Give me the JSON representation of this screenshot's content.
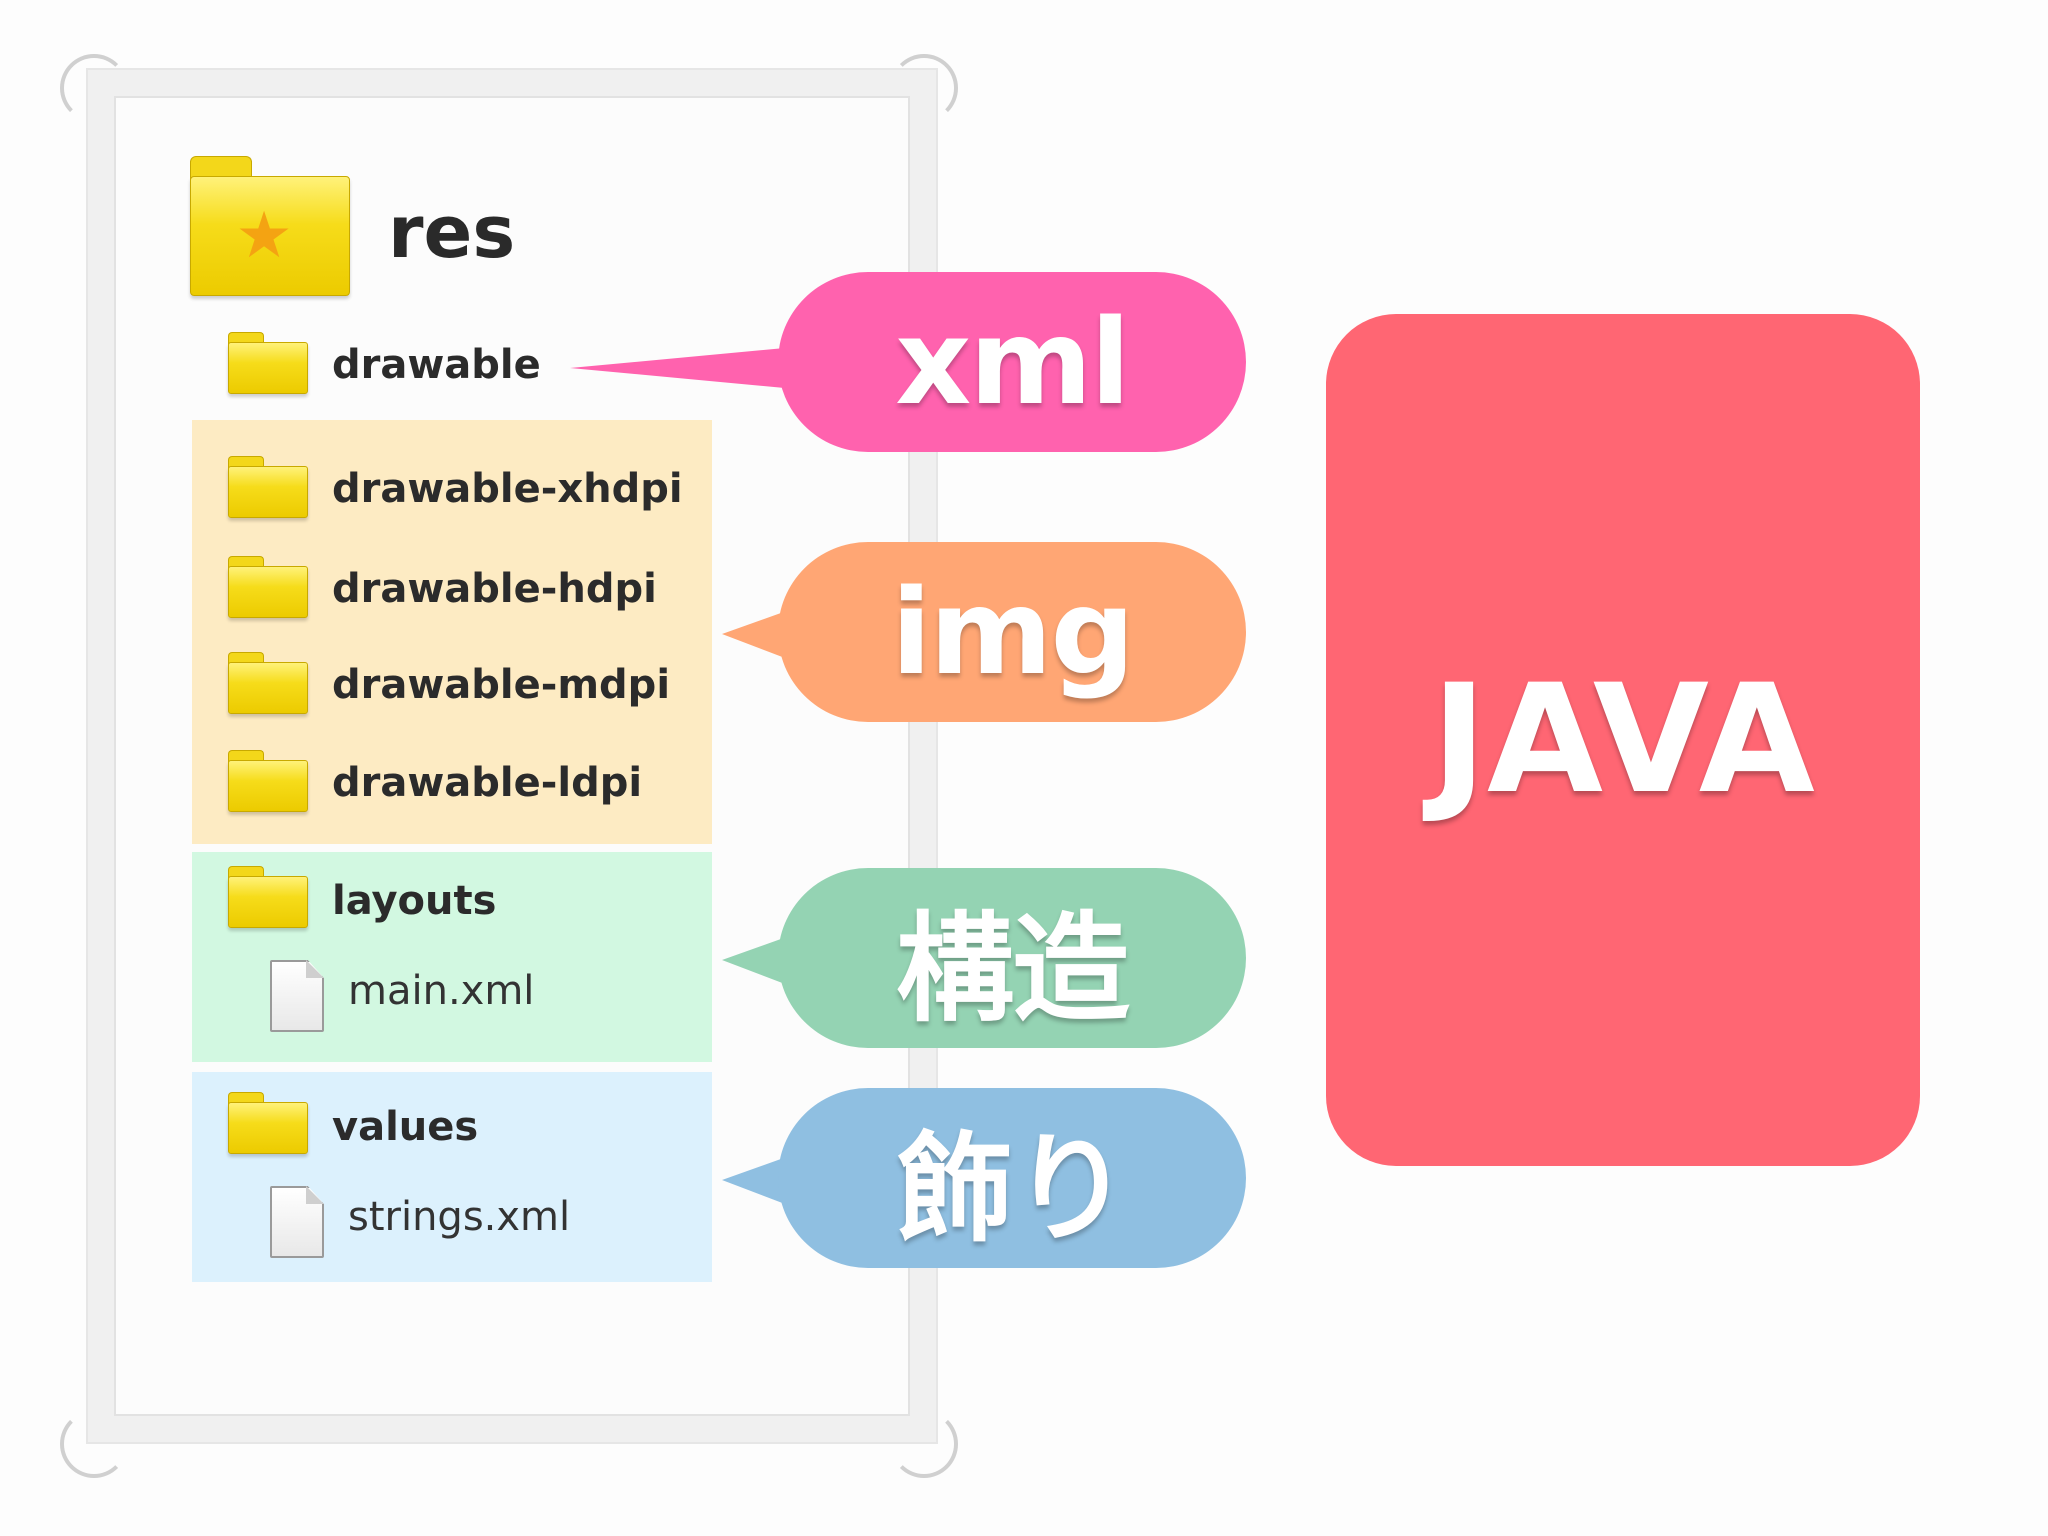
{
  "tree": {
    "root_label": "res",
    "drawable": "drawable",
    "drawable_xhdpi": "drawable-xhdpi",
    "drawable_hdpi": "drawable-hdpi",
    "drawable_mdpi": "drawable-mdpi",
    "drawable_ldpi": "drawable-ldpi",
    "layouts": "layouts",
    "main_xml": "main.xml",
    "values": "values",
    "strings_xml": "strings.xml"
  },
  "callouts": {
    "xml": "xml",
    "img": "img",
    "structure": "構造",
    "decoration": "飾り"
  },
  "java": "JAVA",
  "colors": {
    "xml_bubble": "#ff62ae",
    "img_bubble": "#ffa674",
    "structure_bubble": "#94d3b3",
    "decoration_bubble": "#8fbfe1",
    "java_card": "#ff6673",
    "img_region": "#fdebc3",
    "layout_region": "#d2f8e1",
    "values_region": "#dcf1fd",
    "folder": "#f6dc1a"
  },
  "icons": {
    "root": "star-folder-icon",
    "folder": "folder-icon",
    "file": "file-icon"
  }
}
